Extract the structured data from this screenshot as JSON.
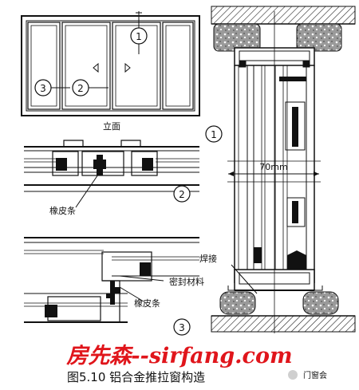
{
  "elevation": {
    "caption": "立面",
    "markers": {
      "m1": "1",
      "m2": "2",
      "m3": "3"
    }
  },
  "detail_2": {
    "marker": "2",
    "gasket_label": "橡皮条"
  },
  "detail_3": {
    "marker": "3",
    "seal_label": "密封材料",
    "gasket_label": "橡皮条"
  },
  "section_1": {
    "marker": "1",
    "width_label": "70mm",
    "weld_label": "焊接"
  },
  "watermark": {
    "main": "房先森--sirfang.com",
    "corner": "门窗会"
  },
  "figure_caption": "图5.10  铝合金推拉窗构造",
  "colors": {
    "ink": "#111111",
    "watermark": "#e0151b",
    "wall_fill": "#8a8a8a"
  }
}
